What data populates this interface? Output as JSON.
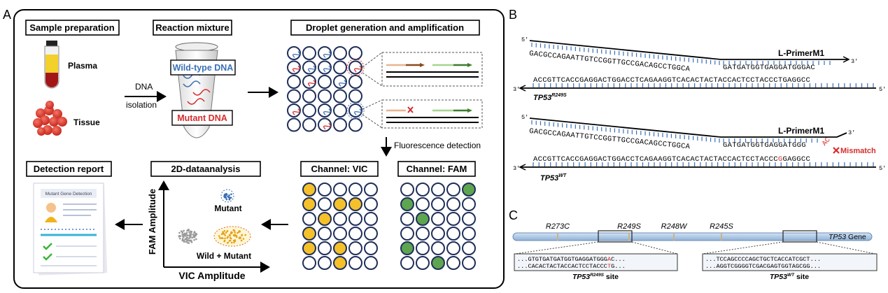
{
  "panels": {
    "A": "A",
    "B": "B",
    "C": "C"
  },
  "panel_a": {
    "sample_preparation": "Sample preparation",
    "plasma": "Plasma",
    "tissue": "Tissue",
    "dna": "DNA",
    "isolation": "isolation",
    "reaction_mixture": "Reaction mixture",
    "wild_type_dna": "Wild-type DNA",
    "mutant_dna": "Mutant DNA",
    "droplet_generation": "Droplet generation and amplification",
    "fluorescence_detection": "Fluorescence detection",
    "channel_vic": "Channel: VIC",
    "channel_fam": "Channel: FAM",
    "data_analysis": "2D-dataanalysis",
    "detection_report": "Detection report",
    "report_title": "Mutant Gene Detection",
    "fam_amplitude": "FAM Amplitude",
    "vic_amplitude": "VIC Amplitude",
    "mutant": "Mutant",
    "wild_mutant": "Wild + Mutant",
    "colors": {
      "vic": "#f5c12a",
      "fam": "#5ea550",
      "wild": "#3a70b5",
      "mutant": "#d62c2c",
      "ring": "#1f2f5a"
    }
  },
  "panel_b": {
    "five_prime": "5'",
    "three_prime": "3'",
    "primer_seq": "GACGCCAGAATTGTCCGGTTGCCGACAGCCTGGCA",
    "primer_tail_r249s": "GATGATGGTGAGGATGGGAC",
    "primer_tail_wt": "GATGATGGTGAGGATGGG",
    "primer_mismatch_bases": "AC",
    "primer_name": "L-PrimerM1",
    "template_seq": "ACCGTTCACCGAGGACTGGACCTCAGAAGGTCACACTACTACCACTCCTACCCTGAGGCC",
    "template_seq_wt_a": "ACCGTTCACCGAGGACTGGACCTCAGAAGGTCACACTACTACCACTCCTACCC",
    "template_seq_wt_mm": "G",
    "template_seq_wt_b": "GAGGCC",
    "tp53": "TP53",
    "sup_r249s": "R249S",
    "sup_wt": "WT",
    "mismatch": "Mismatch"
  },
  "panel_c": {
    "gene_label": "TP53",
    "gene_suffix": " Gene",
    "sites": [
      "R273C",
      "R249S",
      "R248W",
      "R245S"
    ],
    "r249s_line1_a": "GTGTGATGATGGTGAGGATGGG",
    "r249s_line1_mm": "A",
    "r249s_line1_b": "C",
    "r249s_line2_a": "CACACTACTACCACTCCTACCC",
    "r249s_line2_mm": "T",
    "r249s_line2_b": "G",
    "wt_line1": "TCCAGCCCCAGCTGCTCACCATCGCT",
    "wt_line2": "AGGTCGGGGTCGACGAGTGGTAGCGG",
    "ellipsis": "...",
    "site_r249s": "R249S",
    "site_wt": "WT",
    "site_word": " site"
  }
}
